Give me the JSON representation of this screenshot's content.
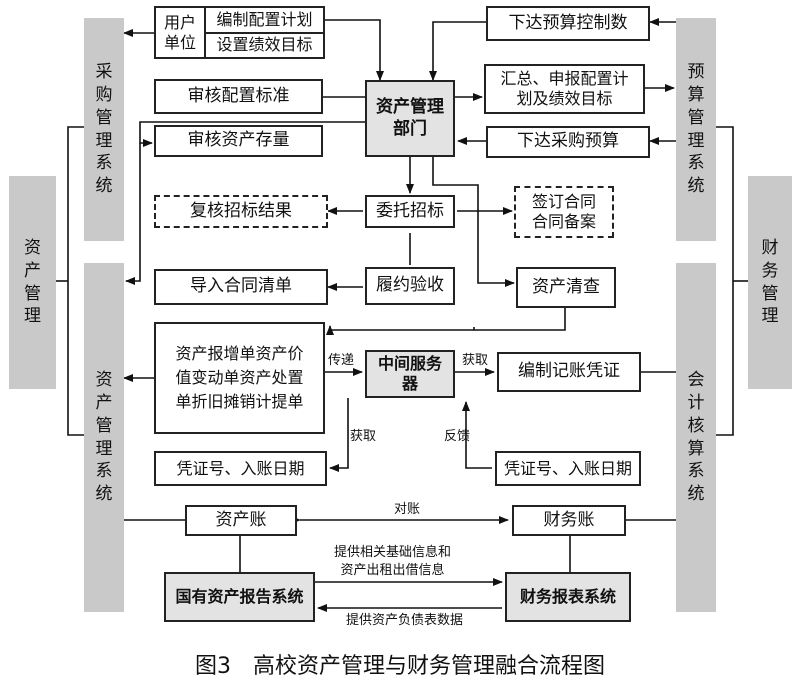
{
  "systems": {
    "procurement": "采购管理系统",
    "asset_mgmt": "资产管理",
    "asset_sys": "资产管理系统",
    "budget_sys": "预算管理系统",
    "finance_mgmt": "财务管理",
    "accounting_sys": "会计核算系统"
  },
  "boxes": {
    "user_unit": "用户单位",
    "compile_plan": "编制配置计划",
    "set_goals": "设置绩效目标",
    "issue_budget_control": "下达预算控制数",
    "review_standard": "审核配置标准",
    "asset_dept": "资产管理部门",
    "summary_report": "汇总、申报配置计划及绩效目标",
    "review_stock": "审核资产存量",
    "issue_procurement_budget": "下达采购预算",
    "recheck_bid": "复核招标结果",
    "entrust_bid": "委托招标",
    "sign_contract": "签订合同合同备案",
    "import_contract": "导入合同清单",
    "performance_acceptance": "履约验收",
    "asset_audit": "资产清查",
    "asset_forms": "资产报增单资产价值变动单资产处置单折旧摊销计提单",
    "middle_server": "中间服务器",
    "compile_voucher": "编制记账凭证",
    "voucher_date_left": "凭证号、入账日期",
    "voucher_date_right": "凭证号、入账日期",
    "asset_ledger": "资产账",
    "finance_ledger": "财务账",
    "state_report_sys": "国有资产报告系统",
    "finance_report_sys": "财务报表系统"
  },
  "labels": {
    "transmit": "传递",
    "obtain_top": "获取",
    "obtain_bottom": "获取",
    "feedback": "反馈",
    "reconcile": "对账",
    "provide_info_1": "提供相关基础信息和",
    "provide_info_2": "资产出租出借信息",
    "provide_liability": "提供资产负债表数据"
  },
  "caption": "图3　高校资产管理与财务管理融合流程图"
}
